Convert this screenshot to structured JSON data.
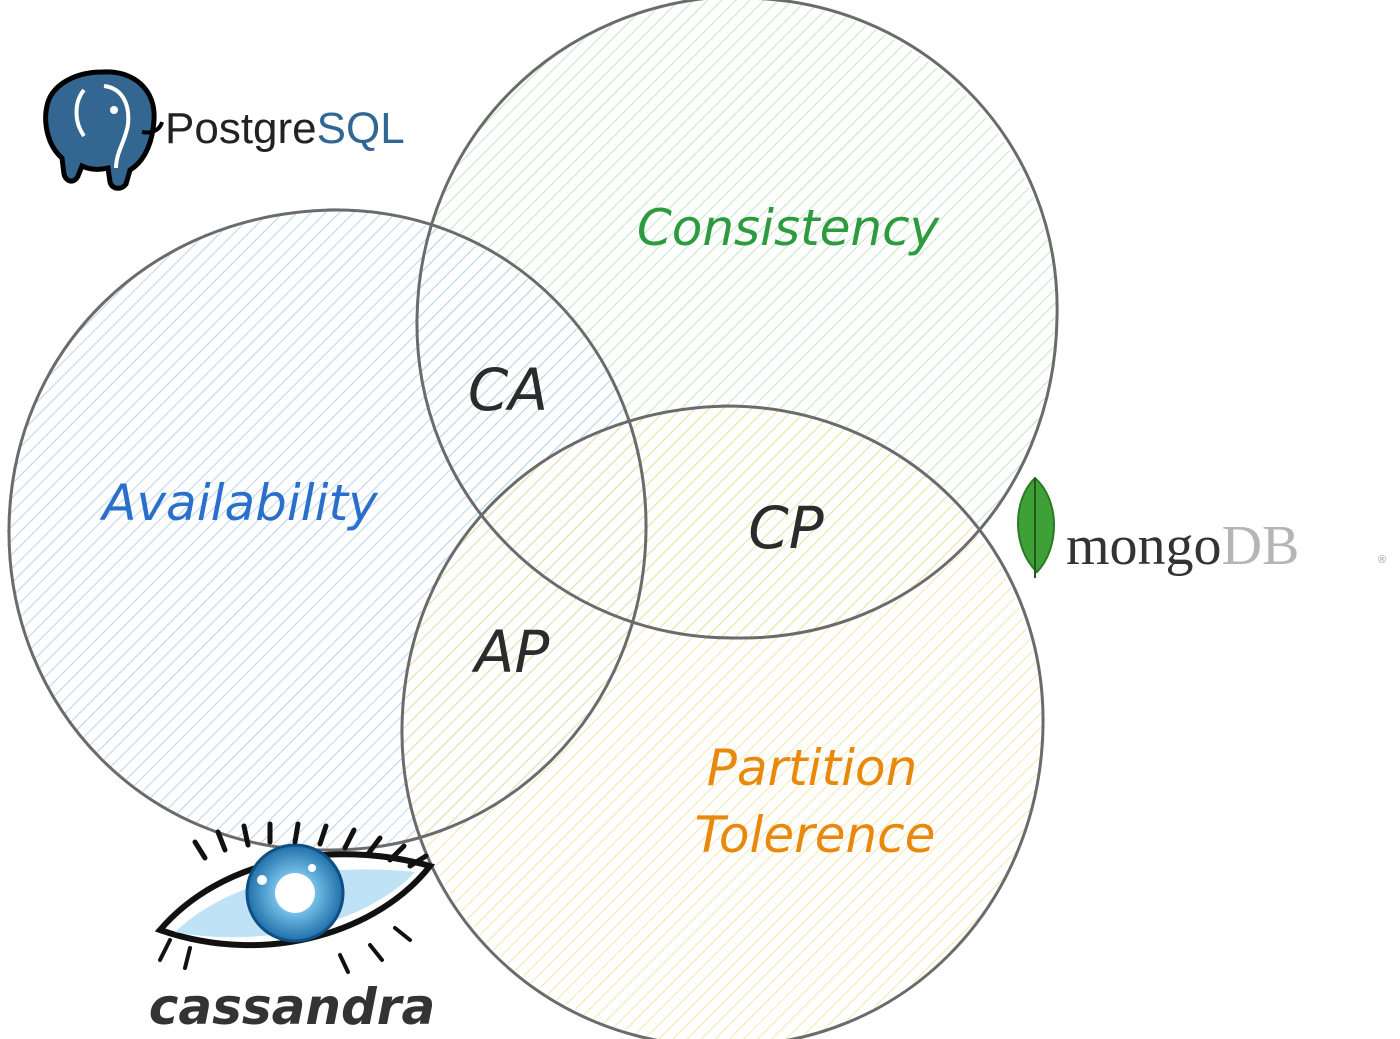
{
  "diagram": {
    "circles": [
      {
        "id": "consistency",
        "label": "Consistency",
        "color": "#2e9a3e",
        "fill": "#c8ecc8"
      },
      {
        "id": "availability",
        "label": "Availability",
        "color": "#2a6fc9",
        "fill": "#b9d7f2"
      },
      {
        "id": "partition",
        "label_line1": "Partition",
        "label_line2": "Tolerence",
        "color": "#e8890c",
        "fill": "#f6e7a6"
      }
    ],
    "intersections": {
      "ca": "CA",
      "cp": "CP",
      "ap": "AP"
    },
    "outline_color": "#6b6b6b"
  },
  "logos": {
    "postgres": {
      "prefix": "Postgre",
      "suffix": "SQL",
      "color": "#336791"
    },
    "mongo": {
      "prefix": "mongo",
      "suffix": "DB",
      "registered": "®",
      "leaf_color": "#3fa037"
    },
    "cassandra": {
      "text": "cassandra",
      "eye_color": "#1f8fd1"
    }
  }
}
